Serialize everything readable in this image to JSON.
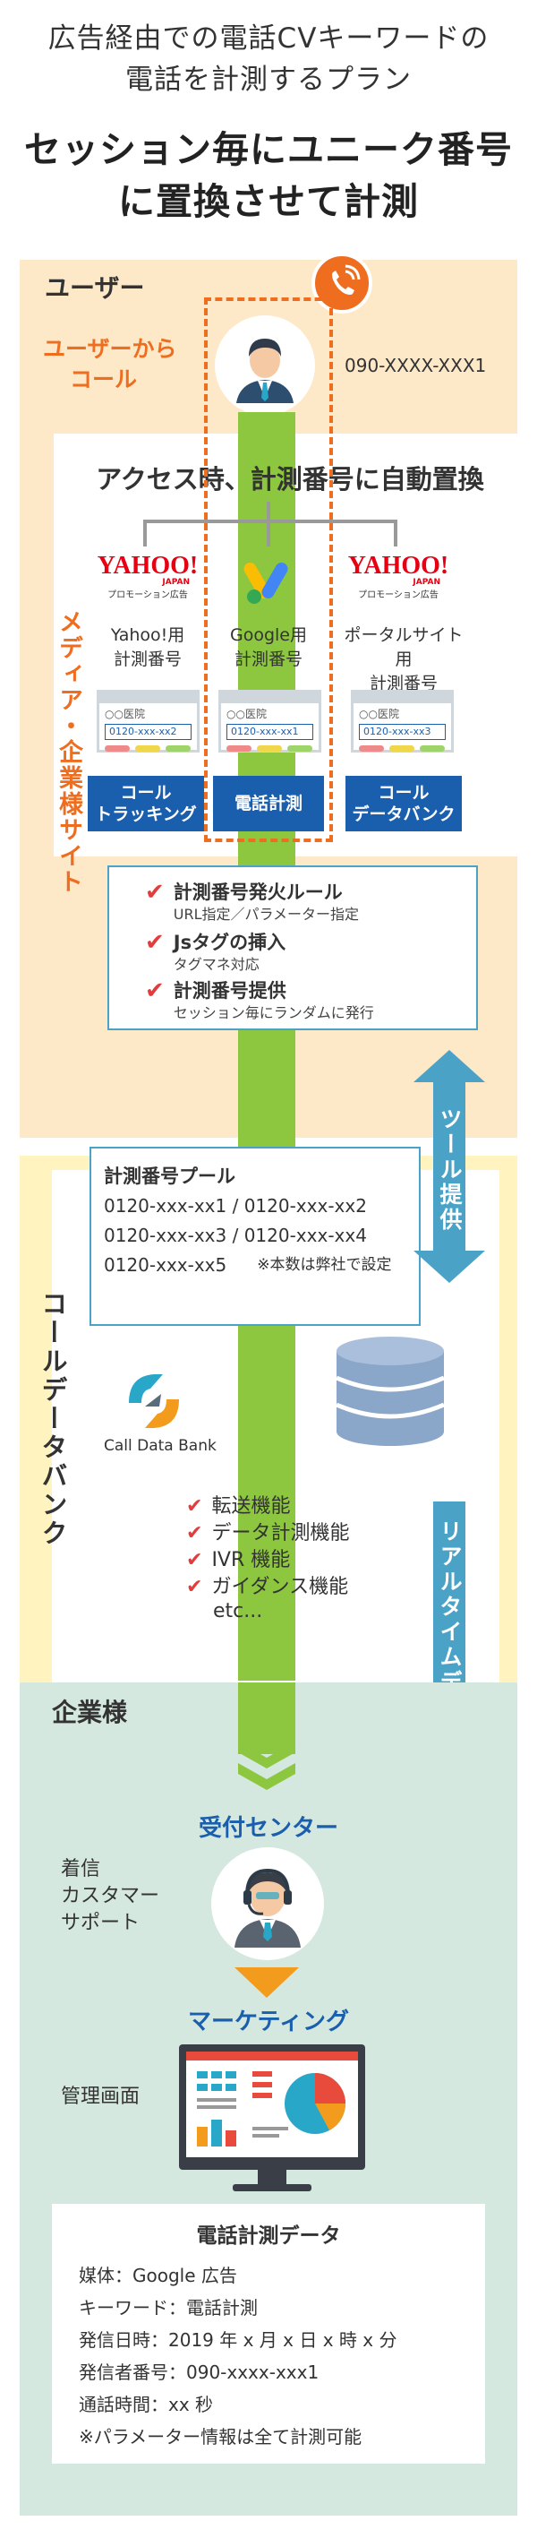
{
  "header": {
    "subtitle_line1": "広告経由での電話CVキーワードの",
    "subtitle_line2": "電話を計測するプラン",
    "title_line1": "セッション毎にユニーク番号",
    "title_line2": "に置換させて計測"
  },
  "user_section": {
    "tab_label": "ユーザー",
    "caller_label_line1": "ユーザーから",
    "caller_label_line2": "コール",
    "caller_number": "090-XXXX-XXX1",
    "media_heading": "アクセス時、計測番号に自動置換",
    "vertical_label": "メディア・企業様サイト",
    "media": [
      {
        "logo": "YAHOO!",
        "logo_sub": "JAPAN",
        "logo_caption": "プロモーション広告",
        "label_line1": "Yahoo!用",
        "label_line2": "計測番号",
        "card_hospital": "○○医院",
        "card_number": "0120-xxx-xx2",
        "button_line1": "コール",
        "button_line2": "トラッキング"
      },
      {
        "logo": "google-ads-logo",
        "label_line1": "Google用",
        "label_line2": "計測番号",
        "card_hospital": "○○医院",
        "card_number": "0120-xxx-xx1",
        "button_line1": "電話計測",
        "button_line2": ""
      },
      {
        "logo": "YAHOO!",
        "logo_sub": "JAPAN",
        "logo_caption": "プロモーション広告",
        "label_line1": "ポータルサイト用",
        "label_line2": "計測番号",
        "card_hospital": "○○医院",
        "card_number": "0120-xxx-xx3",
        "button_line1": "コール",
        "button_line2": "データバンク"
      }
    ],
    "rules": [
      {
        "title": "計測番号発火ルール",
        "sub": "URL指定／パラメーター指定"
      },
      {
        "title": "Jsタグの挿入",
        "sub": "タグマネ対応"
      },
      {
        "title": "計測番号提供",
        "sub": "セッション毎にランダムに発行"
      }
    ]
  },
  "tool_arrow_label": "ツール提供",
  "realtime_arrow_label": "リアルタイムデータ反映",
  "cdb_section": {
    "vertical_label": "コールデータバンク",
    "pool_title": "計測番号プール",
    "pool_line1": "0120-xxx-xx1 / 0120-xxx-xx2",
    "pool_line2": "0120-xxx-xx3 / 0120-xxx-xx4",
    "pool_line3_num": "0120-xxx-xx5",
    "pool_line3_note": "※本数は弊社で設定",
    "logo_text": "Call Data Bank",
    "features": [
      "転送機能",
      "データ計測機能",
      "IVR 機能",
      "ガイダンス機能"
    ],
    "features_etc": "etc..."
  },
  "company_section": {
    "tab_label": "企業様",
    "reception_title": "受付センター",
    "reception_side_line1": "着信",
    "reception_side_line2": "カスタマー",
    "reception_side_line3": "サポート",
    "marketing_title": "マーケティング",
    "admin_label": "管理画面",
    "data_title": "電話計測データ",
    "data_lines": [
      "媒体：Google 広告",
      "キーワード：電話計測",
      "発信日時：2019 年 x 月 x 日 x 時 x 分",
      "発信者番号：090-xxxx-xxx1",
      "通話時間：xx 秒",
      "※パラメーター情報は全て計測可能"
    ]
  },
  "colors": {
    "orange": "#ef6d1f",
    "green": "#8dc63f",
    "blue": "#1a5fae",
    "teal": "#4aa3c7",
    "user_bg": "#fde8c8",
    "cdb_bg": "#fff4c0",
    "company_bg": "#d4e8e0"
  }
}
